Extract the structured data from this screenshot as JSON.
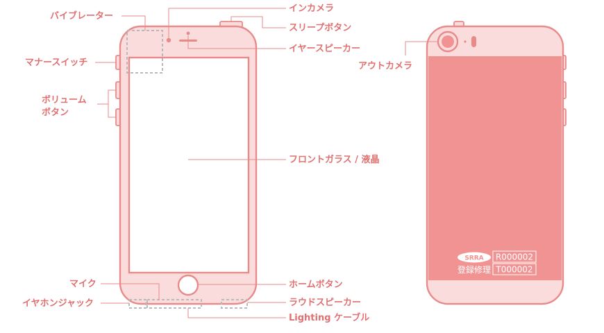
{
  "labels": {
    "vibrator": "バイブレーター",
    "front_camera": "インカメラ",
    "sleep_button": "スリープボタン",
    "ear_speaker": "イヤースピーカー",
    "mute_switch": "マナースイッチ",
    "volume_line1": "ボリューム",
    "volume_line2": "ボタン",
    "front_glass": "フロントガラス / 液晶",
    "microphone": "マイク",
    "home_button": "ホームボタン",
    "earphone_jack": "イヤホンジャック",
    "loud_speaker": "ラウドスピーカー",
    "lightning_cable": "Lighting ケーブル",
    "rear_camera": "アウトカメラ"
  },
  "back_plate": {
    "logo": "SRRA",
    "registered_text": "登録修理",
    "code_r": "R000002",
    "code_t": "T000002"
  },
  "colors": {
    "accent": "#e07070",
    "body_fill": "#fbdcdc",
    "outline": "#e88a8a",
    "back_panel": "#f29393",
    "dashed_area": "#b9b9b9"
  }
}
